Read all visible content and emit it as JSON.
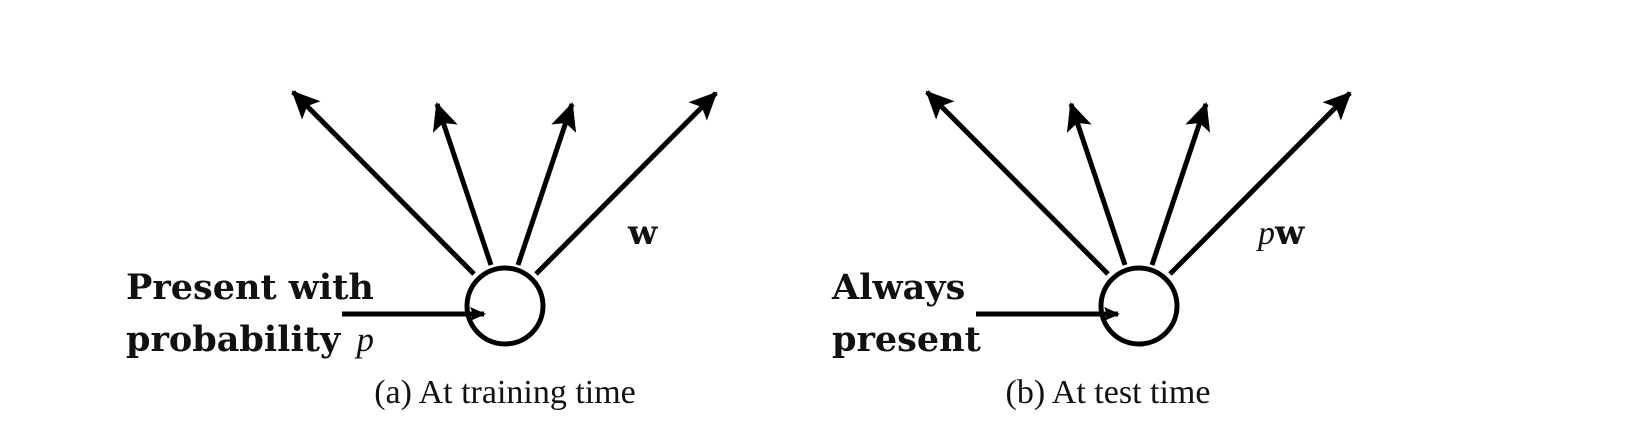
{
  "panels": [
    {
      "input_label_line1": "Present with",
      "input_label_line2": "probability",
      "input_label_symbol": "p",
      "weight_prefix": "",
      "weight_symbol": "w",
      "caption": "(a) At training time"
    },
    {
      "input_label_line1": "Always",
      "input_label_line2": "present",
      "input_label_symbol": "",
      "weight_prefix": "p",
      "weight_symbol": "w",
      "caption": "(b) At test time"
    }
  ],
  "colors": {
    "stroke": "#000000",
    "text": "#111111",
    "background": "#ffffff"
  }
}
